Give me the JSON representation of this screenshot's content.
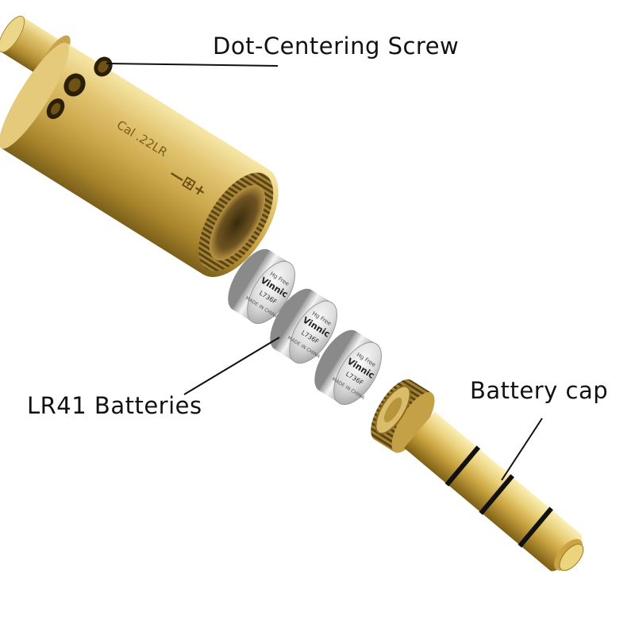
{
  "labels": {
    "dot_centering_screw": "Dot-Centering Screw",
    "lr41_batteries": "LR41 Batteries",
    "battery_cap": "Battery cap"
  },
  "engraving": {
    "caliber": "Cal .22LR",
    "polarity_symbol": "—⊞+"
  },
  "battery_print": {
    "line1": "Hg Free",
    "brand": "Vinnic",
    "model": "L736F",
    "origin": "MADE IN CHINA"
  },
  "colors": {
    "brass_light": "#f6e39a",
    "brass_mid": "#d4b35a",
    "brass_dark": "#8a6b1e",
    "silver_light": "#f2f2f2",
    "silver_dark": "#8f8f8f",
    "oring": "#111111",
    "leader": "#111111"
  }
}
